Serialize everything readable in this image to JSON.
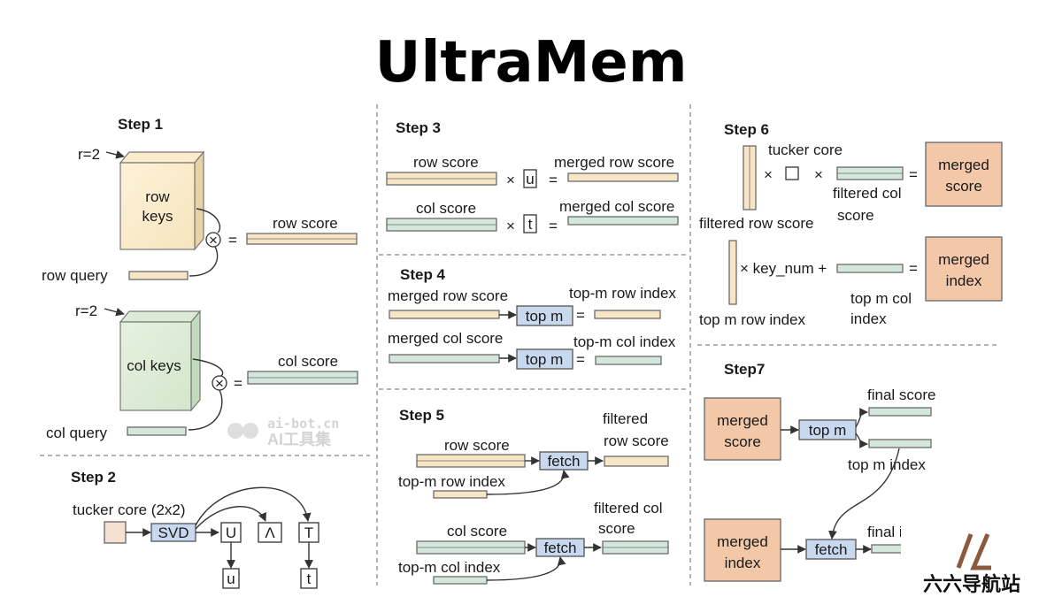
{
  "title": "UltraMem",
  "watermark": {
    "domain": "ai-bot.cn",
    "name": "AI工具集"
  },
  "brand": {
    "text": "六六导航站"
  },
  "colors": {
    "row_keys": "#fbeccb",
    "col_keys": "#dcebd6",
    "score_yellow": "#f6e6c5",
    "score_green": "#d3e7dc",
    "op_blue": "#c8d8ee",
    "merged_orange": "#f2c8a8",
    "brand_brown": "#8b5a3c"
  },
  "step1": {
    "label": "Step 1",
    "r_top": "r=2",
    "row_keys": [
      "row",
      "keys"
    ],
    "row_score": "row score",
    "row_query": "row query",
    "r_bottom": "r=2",
    "col_keys": "col keys",
    "col_score": "col score",
    "col_query": "col query",
    "times": "⊗",
    "equals": "="
  },
  "step2": {
    "label": "Step 2",
    "tucker": "tucker core (2x2)",
    "svd": "SVD",
    "U": "U",
    "lambda": "Λ",
    "T": "T",
    "u": "u",
    "t": "t"
  },
  "step3": {
    "label": "Step 3",
    "row_score": "row score",
    "merged_row": "merged row score",
    "u": "u",
    "col_score": "col score",
    "merged_col": "merged col score",
    "t": "t",
    "times": "×",
    "equals": "="
  },
  "step4": {
    "label": "Step 4",
    "merged_row": "merged row score",
    "top_m_row_index": "top-m row index",
    "top_m": "top m",
    "merged_col": "merged col score",
    "top_m_col_index": "top-m col index",
    "equals": "="
  },
  "step5": {
    "label": "Step 5",
    "filtered_row": [
      "filtered",
      "row score"
    ],
    "row_score": "row score",
    "fetch": "fetch",
    "top_m_row_index": "top-m row index",
    "filtered_col": [
      "filtered col",
      "score"
    ],
    "col_score": "col score",
    "top_m_col_index": "top-m col index"
  },
  "step6": {
    "label": "Step 6",
    "tucker": "tucker core",
    "filtered_row": "filtered row score",
    "filtered_col": [
      "filtered col",
      "score"
    ],
    "merged_score": [
      "merged",
      "score"
    ],
    "key_num": "× key_num +",
    "top_m_row_index": "top m row index",
    "top_m_col_index": [
      "top m col",
      "index"
    ],
    "merged_index": [
      "merged",
      "index"
    ],
    "times": "×",
    "equals": "="
  },
  "step7": {
    "label": "Step7",
    "merged_score": [
      "merged",
      "score"
    ],
    "top_m": "top m",
    "final_score": "final score",
    "top_m_index": "top m index",
    "merged_index": [
      "merged",
      "index"
    ],
    "fetch": "fetch",
    "final_index": "final index"
  }
}
